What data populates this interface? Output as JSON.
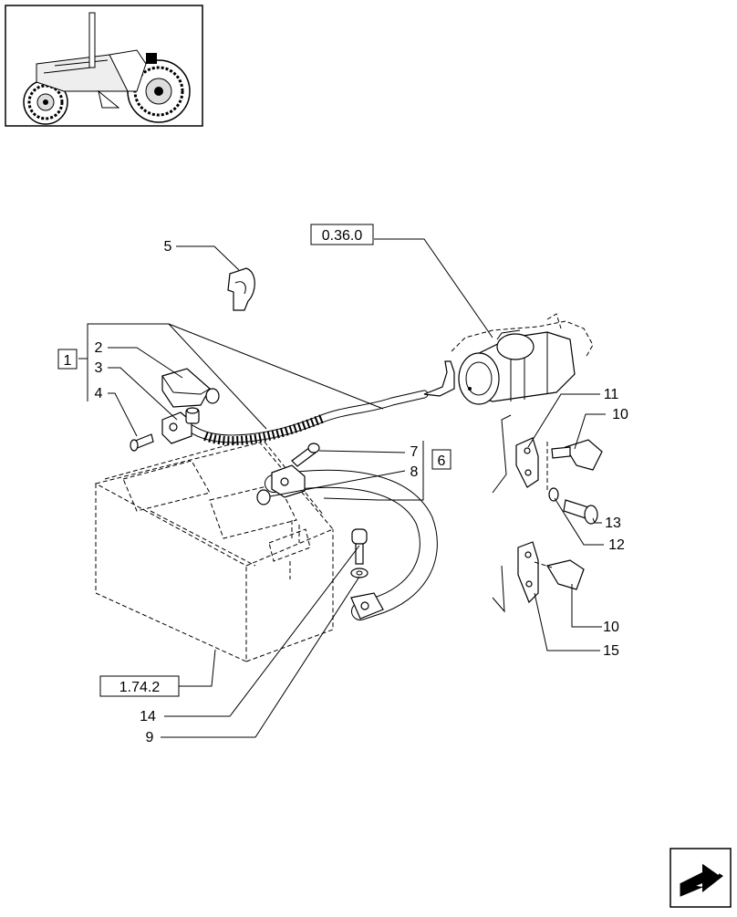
{
  "references": {
    "ref_036": "0.36.0",
    "ref_1742": "1.74.2"
  },
  "boxed_items": {
    "item_1": "1",
    "item_6": "6"
  },
  "callouts": {
    "c2": "2",
    "c3": "3",
    "c4": "4",
    "c5": "5",
    "c7": "7",
    "c8": "8",
    "c9": "9",
    "c10a": "10",
    "c10b": "10",
    "c11": "11",
    "c12": "12",
    "c13": "13",
    "c14": "14",
    "c15": "15"
  },
  "icons": {
    "thumbnail": "tractor-icon",
    "nav": "next-page-arrow-icon"
  }
}
